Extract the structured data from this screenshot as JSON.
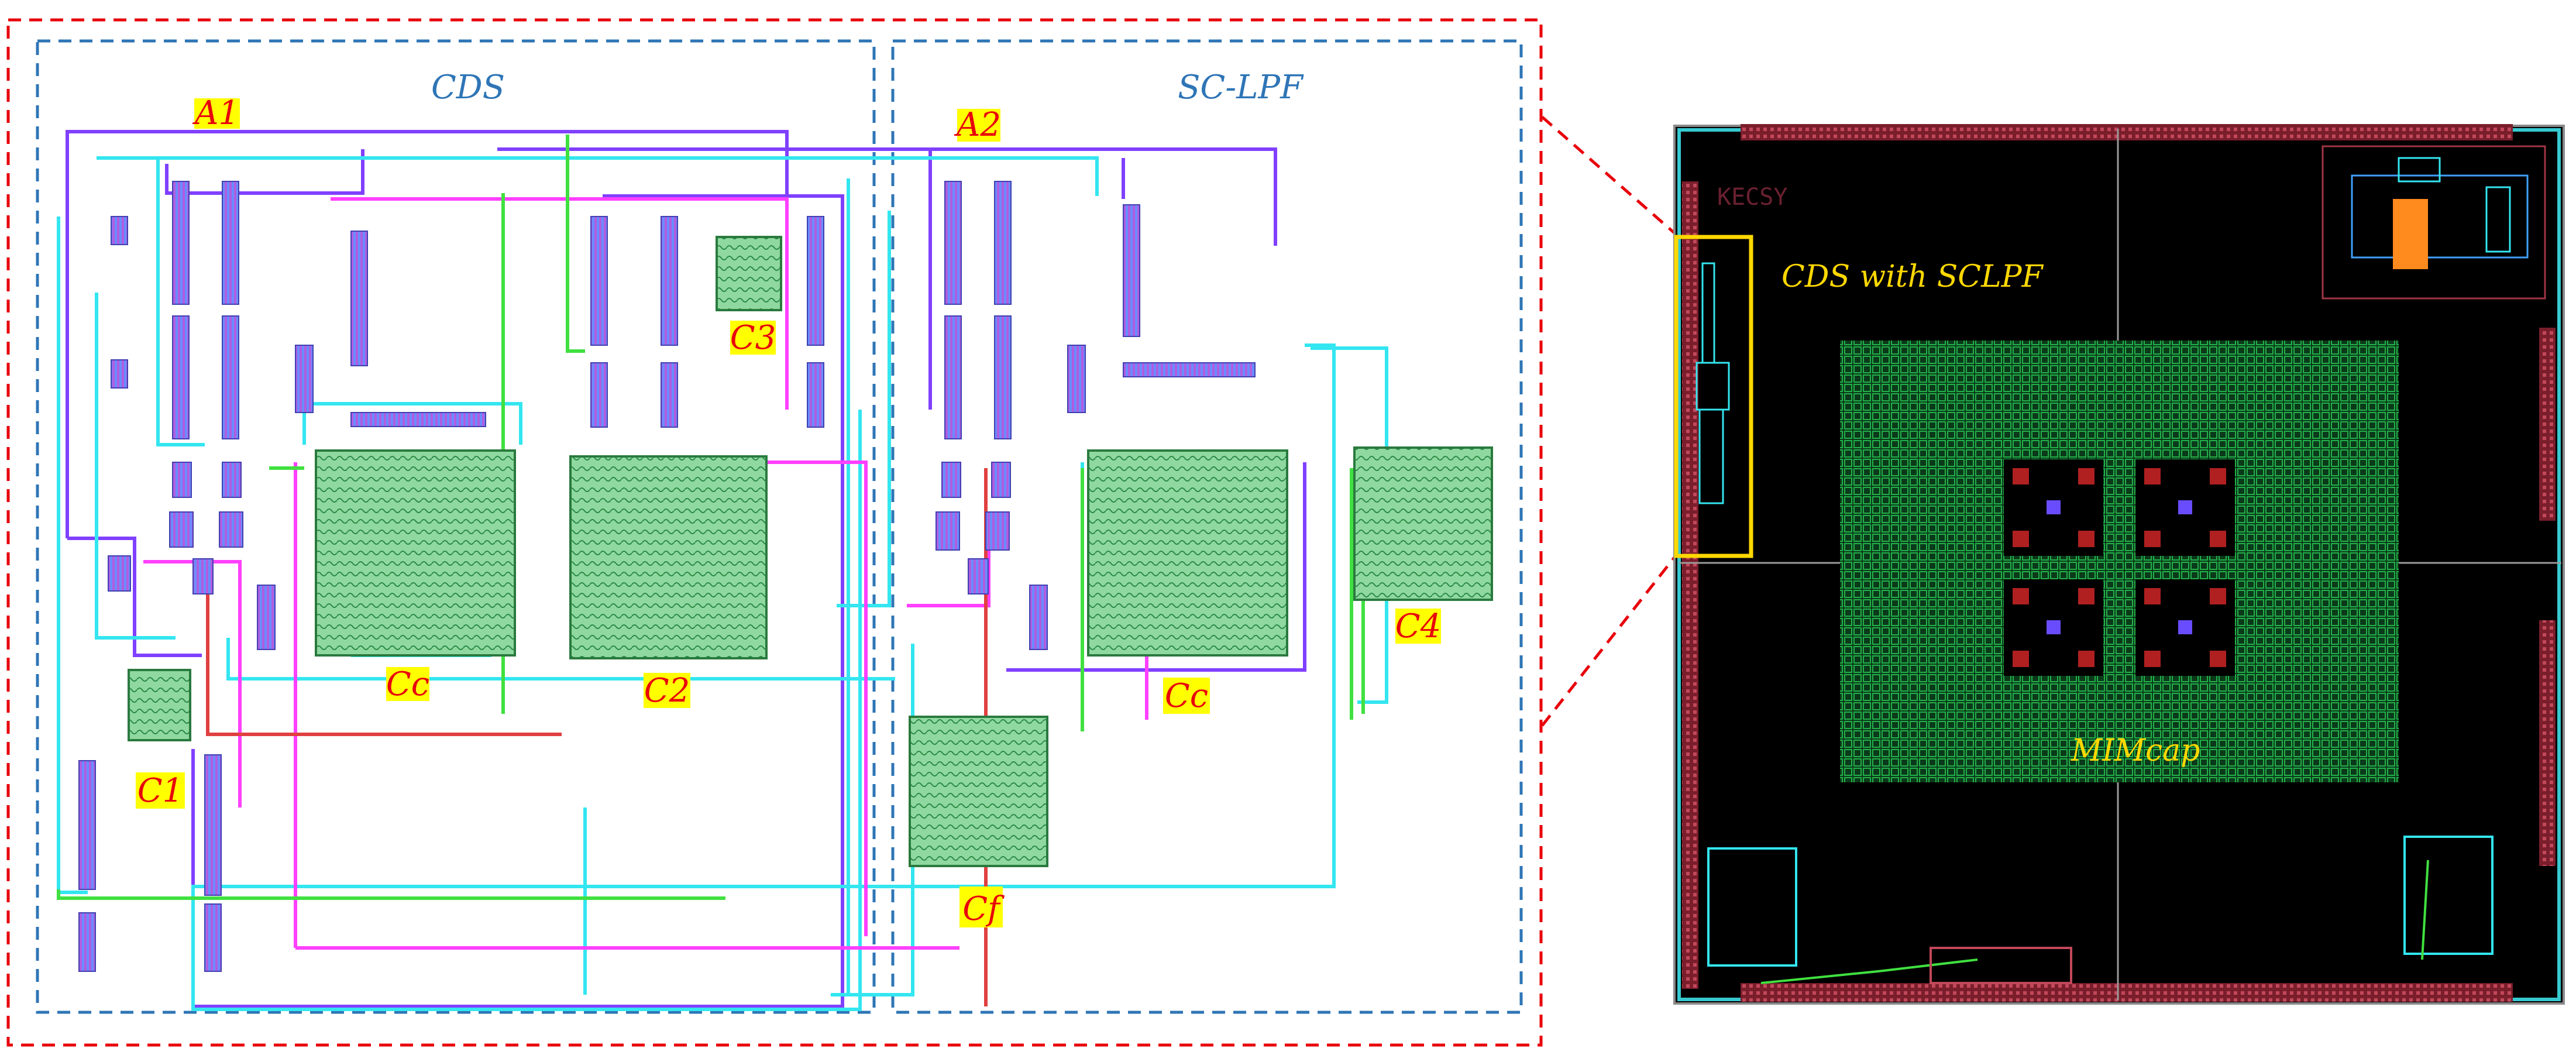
{
  "left_panel": {
    "section_cds": "CDS",
    "section_sclpf": "SC-LPF",
    "labels": {
      "a1": "A1",
      "a2": "A2",
      "c1": "C1",
      "c2": "C2",
      "c3": "C3",
      "c4": "C4",
      "cc_left": "Cc",
      "cc_right": "Cc",
      "cf": "Cf"
    }
  },
  "right_panel": {
    "callout": "CDS with SCLPF",
    "mimcap": "MIMcap",
    "corner_mark": "KECSY"
  },
  "colors": {
    "outer_dash": "#e8000b",
    "inner_dash": "#2e75b6",
    "metal_cyan": "#33e6f0",
    "metal_purple": "#8040ff",
    "metal_magenta": "#ff40ff",
    "metal_green": "#40e040",
    "metal_red": "#e04040",
    "cap_fill": "#7dc98f",
    "chip_bg": "#000000",
    "pad_ring": "#a0303c",
    "callout_box": "#ffd800"
  }
}
